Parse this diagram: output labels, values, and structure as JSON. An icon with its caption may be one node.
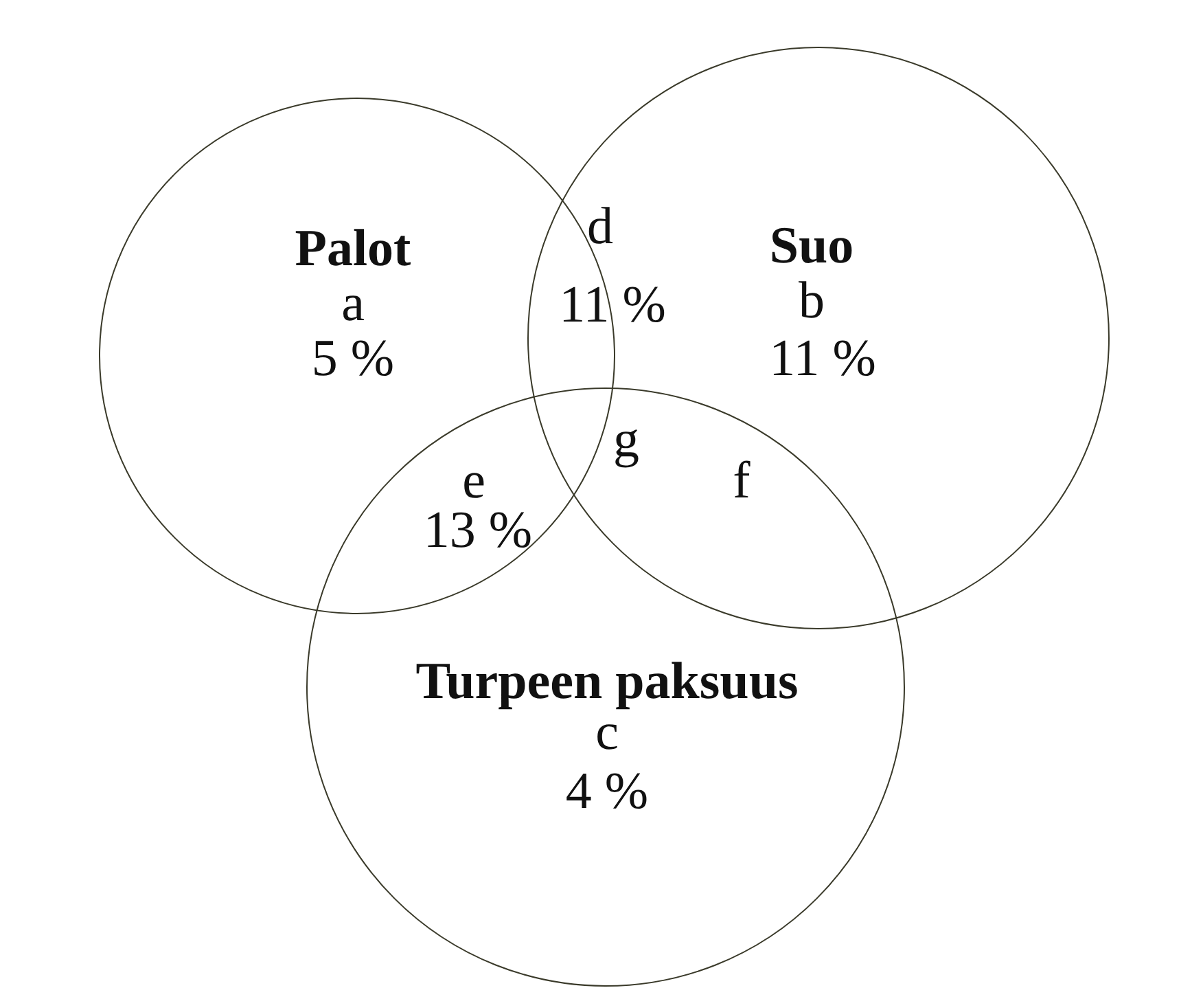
{
  "diagram": {
    "nodes": [
      {
        "text": [
          "Palot",
          "a",
          "5 %"
        ]
      },
      {
        "text": [
          "Suo",
          "b",
          "11 %"
        ]
      },
      {
        "text": [
          "Turpeen paksuus",
          "c",
          "4 %"
        ]
      }
    ],
    "labels": [
      "d",
      "11 %",
      "g",
      "e",
      "f",
      "13 %"
    ]
  }
}
